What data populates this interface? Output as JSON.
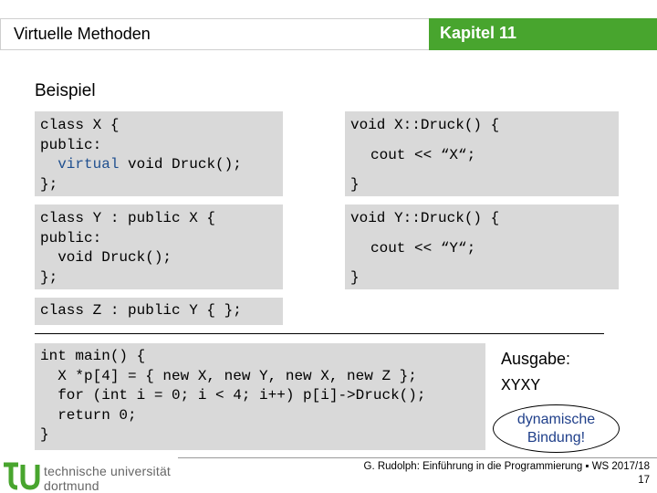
{
  "header": {
    "title": "Virtuelle Methoden",
    "chapter": "Kapitel 11"
  },
  "section_title": "Beispiel",
  "code": {
    "class_x": {
      "line1": "class X {",
      "line2": "public:",
      "line3_kw": "virtual",
      "line3_rest": " void Druck();",
      "line4": "};"
    },
    "x_druck": {
      "line1": "void X::Druck() {",
      "line2": "cout << “X“;",
      "line3": "}"
    },
    "class_y": {
      "line1": "class Y : public X {",
      "line2": "public:",
      "line3": "void Druck();",
      "line4": "};"
    },
    "y_druck": {
      "line1": "void Y::Druck() {",
      "line2": "cout << “Y“;",
      "line3": "}"
    },
    "class_z": "class Z : public Y { };",
    "main": {
      "line1": "int main() {",
      "line2": "X *p[4] = { new X, new Y, new X, new Z };",
      "line3": "for (int i = 0; i < 4; i++) p[i]->Druck();",
      "line4": "return 0;",
      "line5": "}"
    }
  },
  "output": {
    "label": "Ausgabe:",
    "value": "XYXY",
    "note_line1": "dynamische",
    "note_line2": "Bindung!"
  },
  "footer": {
    "logo_line1": "technische universität",
    "logo_line2": "dortmund",
    "citation": "G. Rudolph: Einführung in die Programmierung ▪ WS 2017/18",
    "page": "17"
  },
  "colors": {
    "accent_green": "#48a52e",
    "code_bg": "#d9d9d9",
    "keyword_blue": "#1f4f8f",
    "bubble_text": "#1f3f8a"
  }
}
